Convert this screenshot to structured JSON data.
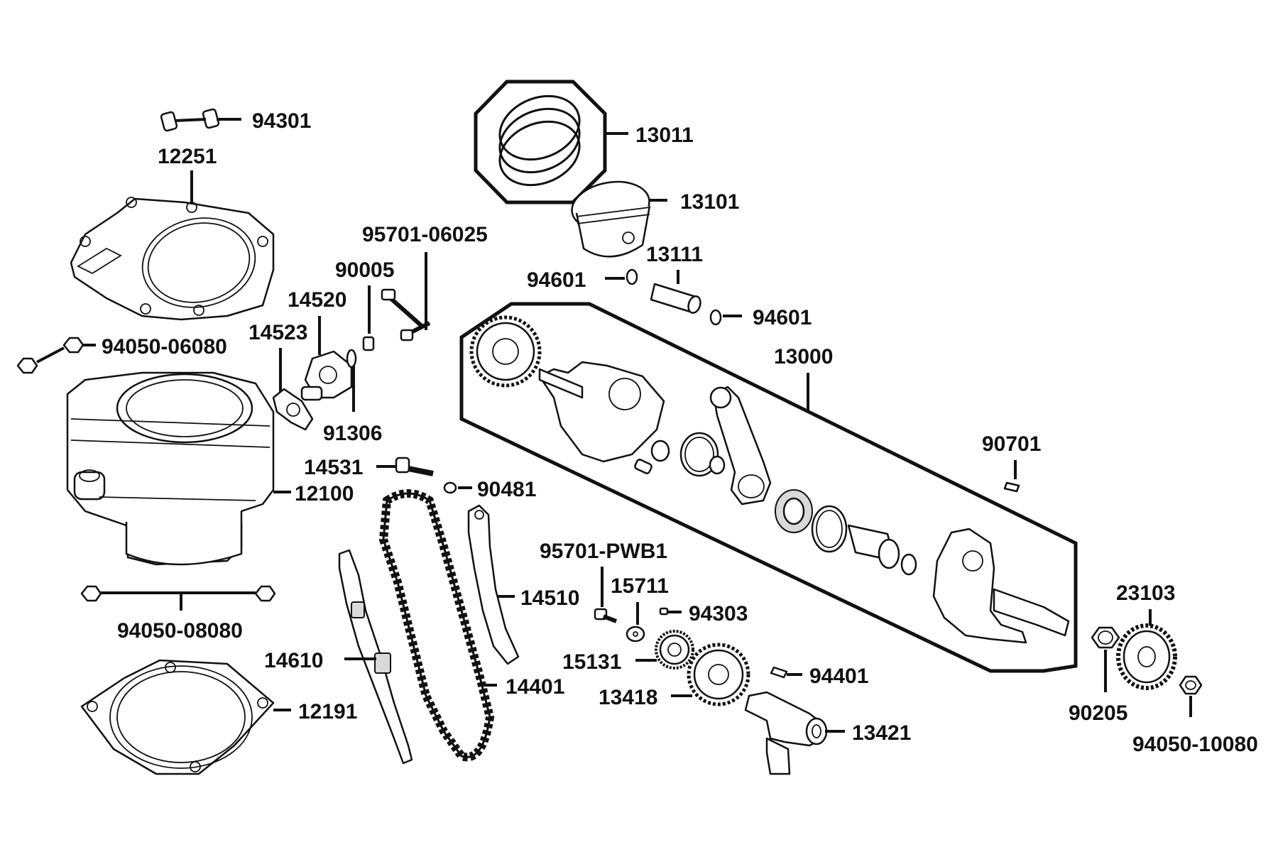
{
  "labels": {
    "p94301": "94301",
    "p12251": "12251",
    "p94050_06080": "94050-06080",
    "p14523": "14523",
    "p14520": "14520",
    "p90005": "90005",
    "p95701_06025": "95701-06025",
    "p91306": "91306",
    "p14531": "14531",
    "p90481": "90481",
    "p12100": "12100",
    "p94050_08080": "94050-08080",
    "p14610": "14610",
    "p12191": "12191",
    "p14401": "14401",
    "p14510": "14510",
    "p95701_PWB1": "95701-PWB1",
    "p15711": "15711",
    "p94303": "94303",
    "p15131": "15131",
    "p13418": "13418",
    "p94401": "94401",
    "p13421": "13421",
    "p13011": "13011",
    "p13101": "13101",
    "p13111": "13111",
    "p94601a": "94601",
    "p94601b": "94601",
    "p13000": "13000",
    "p90701": "90701",
    "p23103": "23103",
    "p90205": "90205",
    "p94050_10080": "94050-10080"
  },
  "colors": {
    "ink": "#111111",
    "paper": "#ffffff",
    "shade": "#d9d9d9"
  }
}
